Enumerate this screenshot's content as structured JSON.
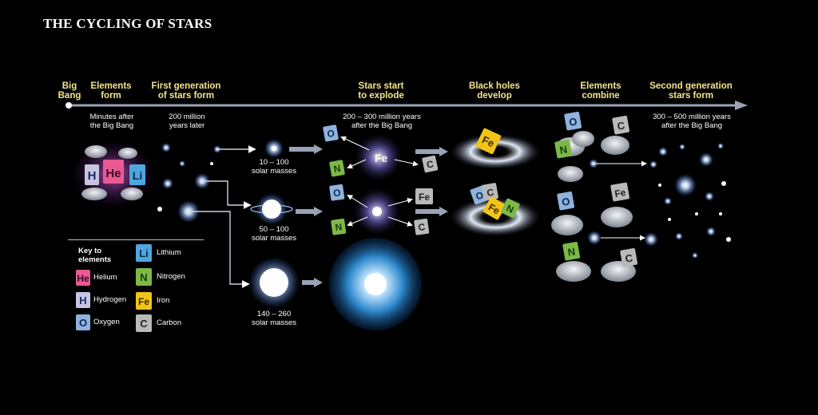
{
  "title": "THE CYCLING OF STARS",
  "timeline": {
    "stages": [
      {
        "label": "Big\nBang"
      },
      {
        "label": "Elements\nform"
      },
      {
        "label": "First generation\nof stars form"
      },
      {
        "label": "Stars start\nto explode"
      },
      {
        "label": "Black holes\ndevelop"
      },
      {
        "label": "Elements\ncombine"
      },
      {
        "label": "Second generation\nstars form"
      }
    ],
    "times": [
      "Minutes after\nthe Big Bang",
      "200 million\nyears later",
      "200 – 300 million years\nafter the Big Bang",
      "300 – 500 million years\nafter the Big Bang"
    ]
  },
  "masses": [
    "10 – 100\nsolar masses",
    "50 – 100\nsolar masses",
    "140 – 260\nsolar masses"
  ],
  "key": {
    "title": "Key to\nelements",
    "items": [
      {
        "symbol": "He",
        "name": "Helium",
        "color": "#e95a92"
      },
      {
        "symbol": "H",
        "name": "Hydrogen",
        "color": "#c7c5e2"
      },
      {
        "symbol": "O",
        "name": "Oxygen",
        "color": "#8fb2de"
      },
      {
        "symbol": "Li",
        "name": "Lithium",
        "color": "#4fa7df"
      },
      {
        "symbol": "N",
        "name": "Nitrogen",
        "color": "#7cb948"
      },
      {
        "symbol": "Fe",
        "name": "Iron",
        "color": "#f2c418"
      },
      {
        "symbol": "C",
        "name": "Carbon",
        "color": "#b9b9b9"
      }
    ]
  },
  "colors": {
    "stage_label": "#f3e58a",
    "arrow": "#9aa3b5"
  }
}
